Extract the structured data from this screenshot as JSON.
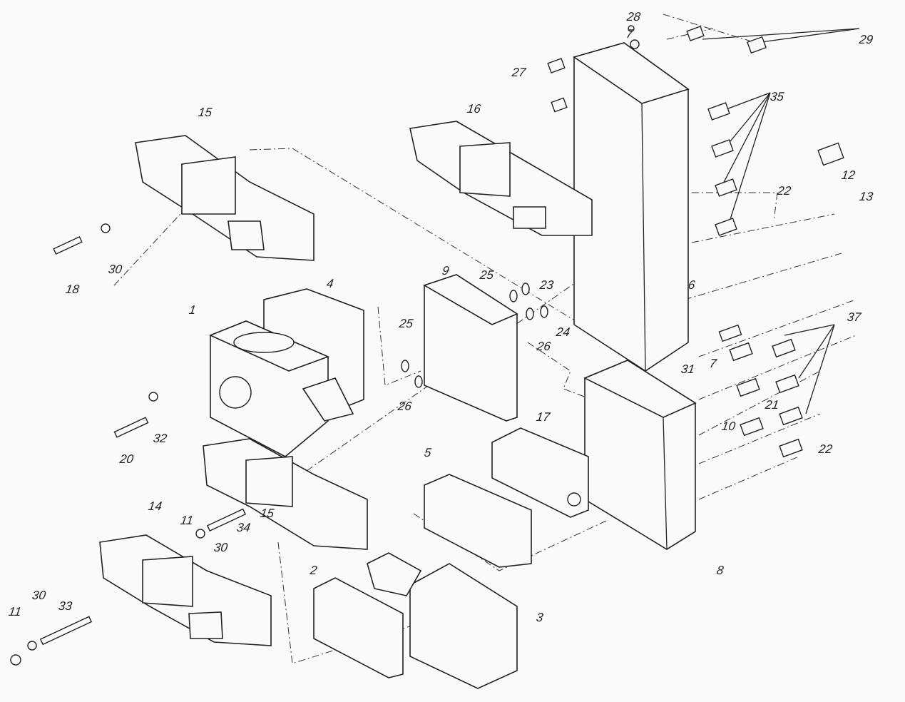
{
  "title": "Hydraulic valve manifold exploded assembly",
  "callouts": [
    "28",
    "7",
    "29",
    "27",
    "35",
    "16",
    "15",
    "12",
    "22",
    "13",
    "30",
    "18",
    "9",
    "25",
    "23",
    "4",
    "1",
    "25",
    "24",
    "26",
    "6",
    "26",
    "31",
    "7",
    "37",
    "10",
    "21",
    "22",
    "20",
    "32",
    "17",
    "5",
    "15",
    "11",
    "34",
    "30",
    "14",
    "2",
    "3",
    "8",
    "11",
    "30",
    "33"
  ]
}
